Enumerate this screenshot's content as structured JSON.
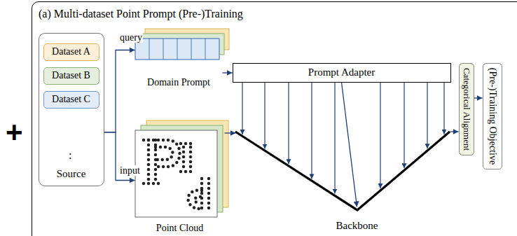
{
  "diagram": {
    "nodes": [
      {
        "text": [
          "(a) Multi-dataset Point Prompt (Pre-)Training"
        ]
      },
      {
        "text": [
          "Source"
        ],
        "in": 0
      },
      {
        "text": [
          "Dataset A"
        ],
        "in": 1
      },
      {
        "text": [
          "Dataset B"
        ],
        "in": 1
      },
      {
        "text": [
          "Dataset C"
        ],
        "in": 1
      },
      {
        "text": [
          "Domain Prompt"
        ],
        "in": 0
      },
      {
        "text": [
          "Point Cloud"
        ],
        "in": 0
      },
      {
        "text": [
          "Prompt Adapter"
        ],
        "in": 0
      },
      {
        "text": [
          "Backbone"
        ],
        "in": 0
      },
      {
        "text": [
          "Categorical Alignment"
        ],
        "in": 0
      },
      {
        "text": [
          "(Pre-)Training Objective"
        ],
        "in": 0
      }
    ],
    "edges": [
      {
        "from": 1,
        "to": 5,
        "label": "query",
        "arrow": "to"
      },
      {
        "from": 1,
        "to": 6,
        "label": "input",
        "arrow": "to"
      },
      {
        "from": 5,
        "to": 7,
        "arrow": "to"
      },
      {
        "from": 6,
        "to": 8,
        "arrow": "to"
      },
      {
        "from": 7,
        "to": 8,
        "arrow": "to"
      },
      {
        "from": 8,
        "to": 9,
        "arrow": "to"
      },
      {
        "from": 9,
        "to": 10,
        "arrow": "to"
      }
    ],
    "labels": [
      "+",
      ":"
    ]
  }
}
